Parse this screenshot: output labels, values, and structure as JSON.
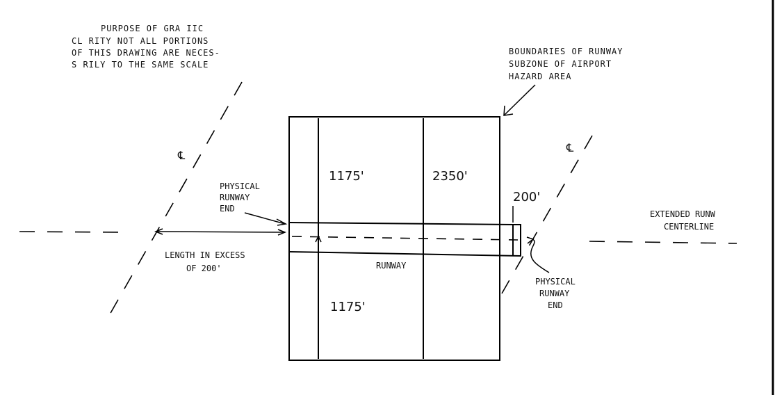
{
  "notes": {
    "purpose": [
      "PURPOSE  OF  GRA IIC",
      "CL RITY  NOT ALL PORTIONS",
      "OF THIS DRAWING ARE NECES-",
      "S RILY TO THE SAME SCALE"
    ],
    "boundaries": [
      "BOUNDARIES OF RUNWAY",
      "SUBZONE OF AIRPORT",
      "HAZARD AREA"
    ]
  },
  "labels": {
    "centerline_left": "℄",
    "centerline_right": "℄",
    "physical_end_left": [
      "PHYSICAL",
      "RUNWAY",
      "END"
    ],
    "physical_end_right": [
      "PHYSICAL",
      "RUNWAY",
      "END"
    ],
    "runway": "RUNWAY",
    "length_excess": [
      "LENGTH IN EXCESS",
      "OF 200'"
    ],
    "extended_centerline": [
      "EXTENDED RUNW",
      "CENTERLINE"
    ]
  },
  "dimensions": {
    "upper_half_width": "1175'",
    "total_width": "2350'",
    "end_extension": "200'",
    "lower_half_width": "1175'"
  }
}
